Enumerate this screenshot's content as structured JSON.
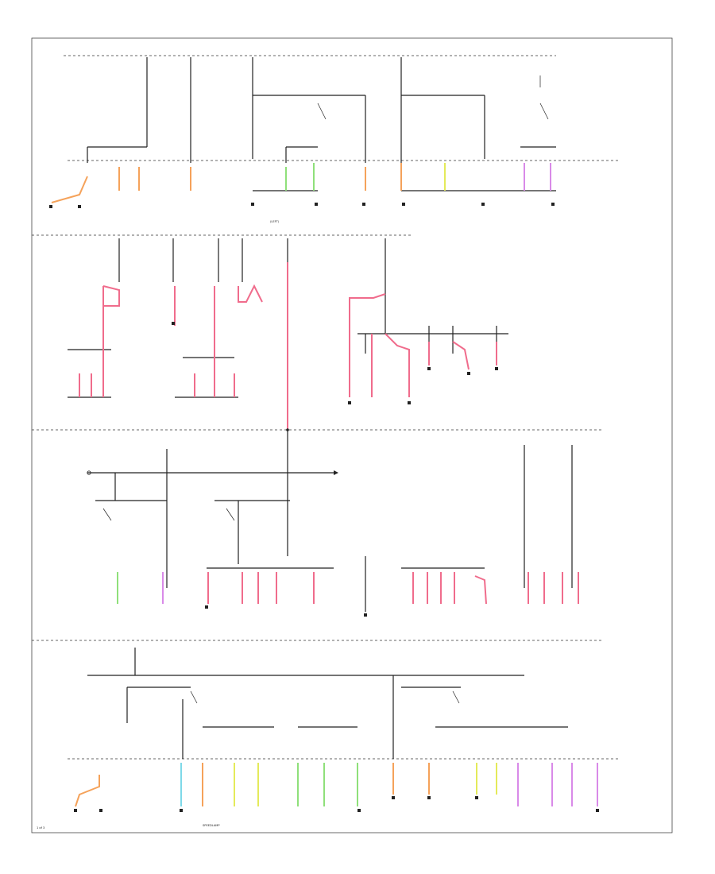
{
  "colors": {
    "frame": "#444444",
    "wire": "#222222",
    "orange": "#f5a25a",
    "pink": "#f06c8c",
    "green": "#8fe07a",
    "yellow": "#e4ea5a",
    "cyan": "#7ed9e8",
    "magenta": "#d98ae8"
  },
  "icons": [
    "ground-icon",
    "fuse-icon",
    "relay-switch-icon",
    "splice-icon",
    "connector-icon"
  ],
  "footer": {
    "code": "1 of 3"
  },
  "labels": {
    "s1_bottom_center": "(LEFT)",
    "s4_bottom_left": "SPEEDLAMP"
  }
}
